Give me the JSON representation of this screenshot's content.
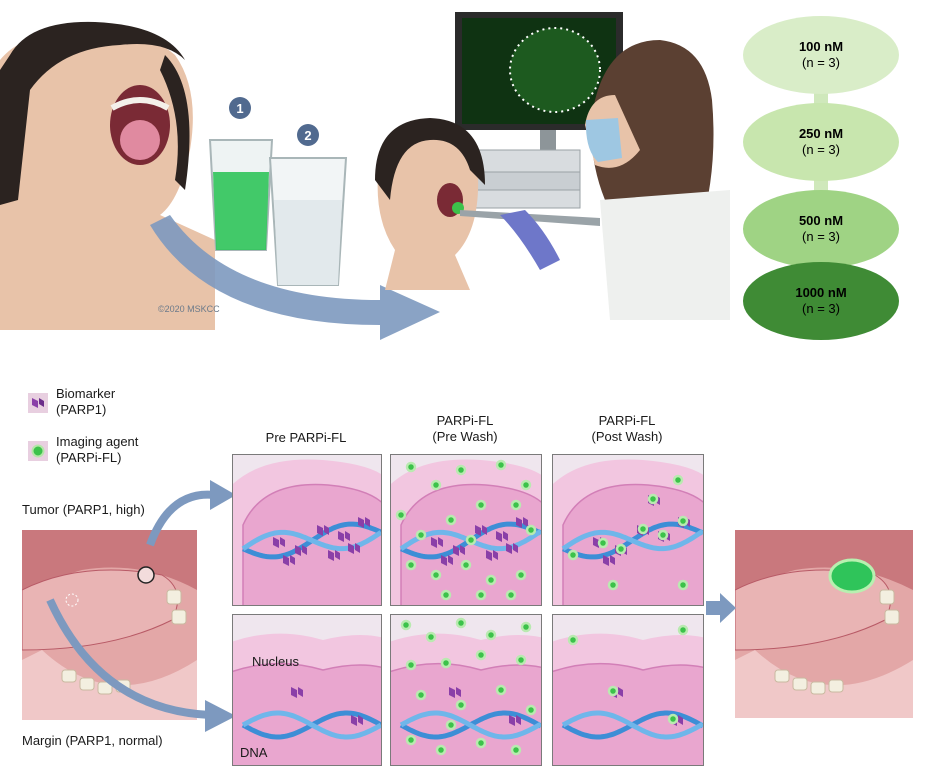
{
  "steps": [
    "1",
    "2"
  ],
  "copyright": "©2020 MSKCC",
  "doses": [
    {
      "dose": "100 nM",
      "n": "(n = 3)",
      "fill": "#d9edc8",
      "text": "#222222"
    },
    {
      "dose": "250 nM",
      "n": "(n = 3)",
      "fill": "#c8e6ae",
      "text": "#222222"
    },
    {
      "dose": "500 nM",
      "n": "(n = 3)",
      "fill": "#9fd384",
      "text": "#222222"
    },
    {
      "dose": "1000 nM",
      "n": "(n = 3)",
      "fill": "#3f8b35",
      "text": "#222222"
    }
  ],
  "legend": {
    "biomarker": {
      "line1": "Biomarker",
      "line2": "(PARP1)"
    },
    "agent": {
      "line1": "Imaging agent",
      "line2": "(PARPi-FL)"
    }
  },
  "columns": [
    {
      "line1": "Pre PARPi-FL",
      "line2": ""
    },
    {
      "line1": "PARPi-FL",
      "line2": "(Pre Wash)"
    },
    {
      "line1": "PARPi-FL",
      "line2": "(Post Wash)"
    }
  ],
  "rows": {
    "tumor": "Tumor (PARP1, high)",
    "margin": "Margin (PARP1, normal)"
  },
  "panel_labels": {
    "nucleus": "Nucleus",
    "dna": "DNA"
  },
  "colors": {
    "fluorescent_green": "#3cc24a",
    "parp1_purple": "#8a3fa8",
    "nucleus_pink": "#e9a6cf",
    "dna_blue": "#3d8ed6",
    "arrow_blue": "#7d99bf"
  }
}
